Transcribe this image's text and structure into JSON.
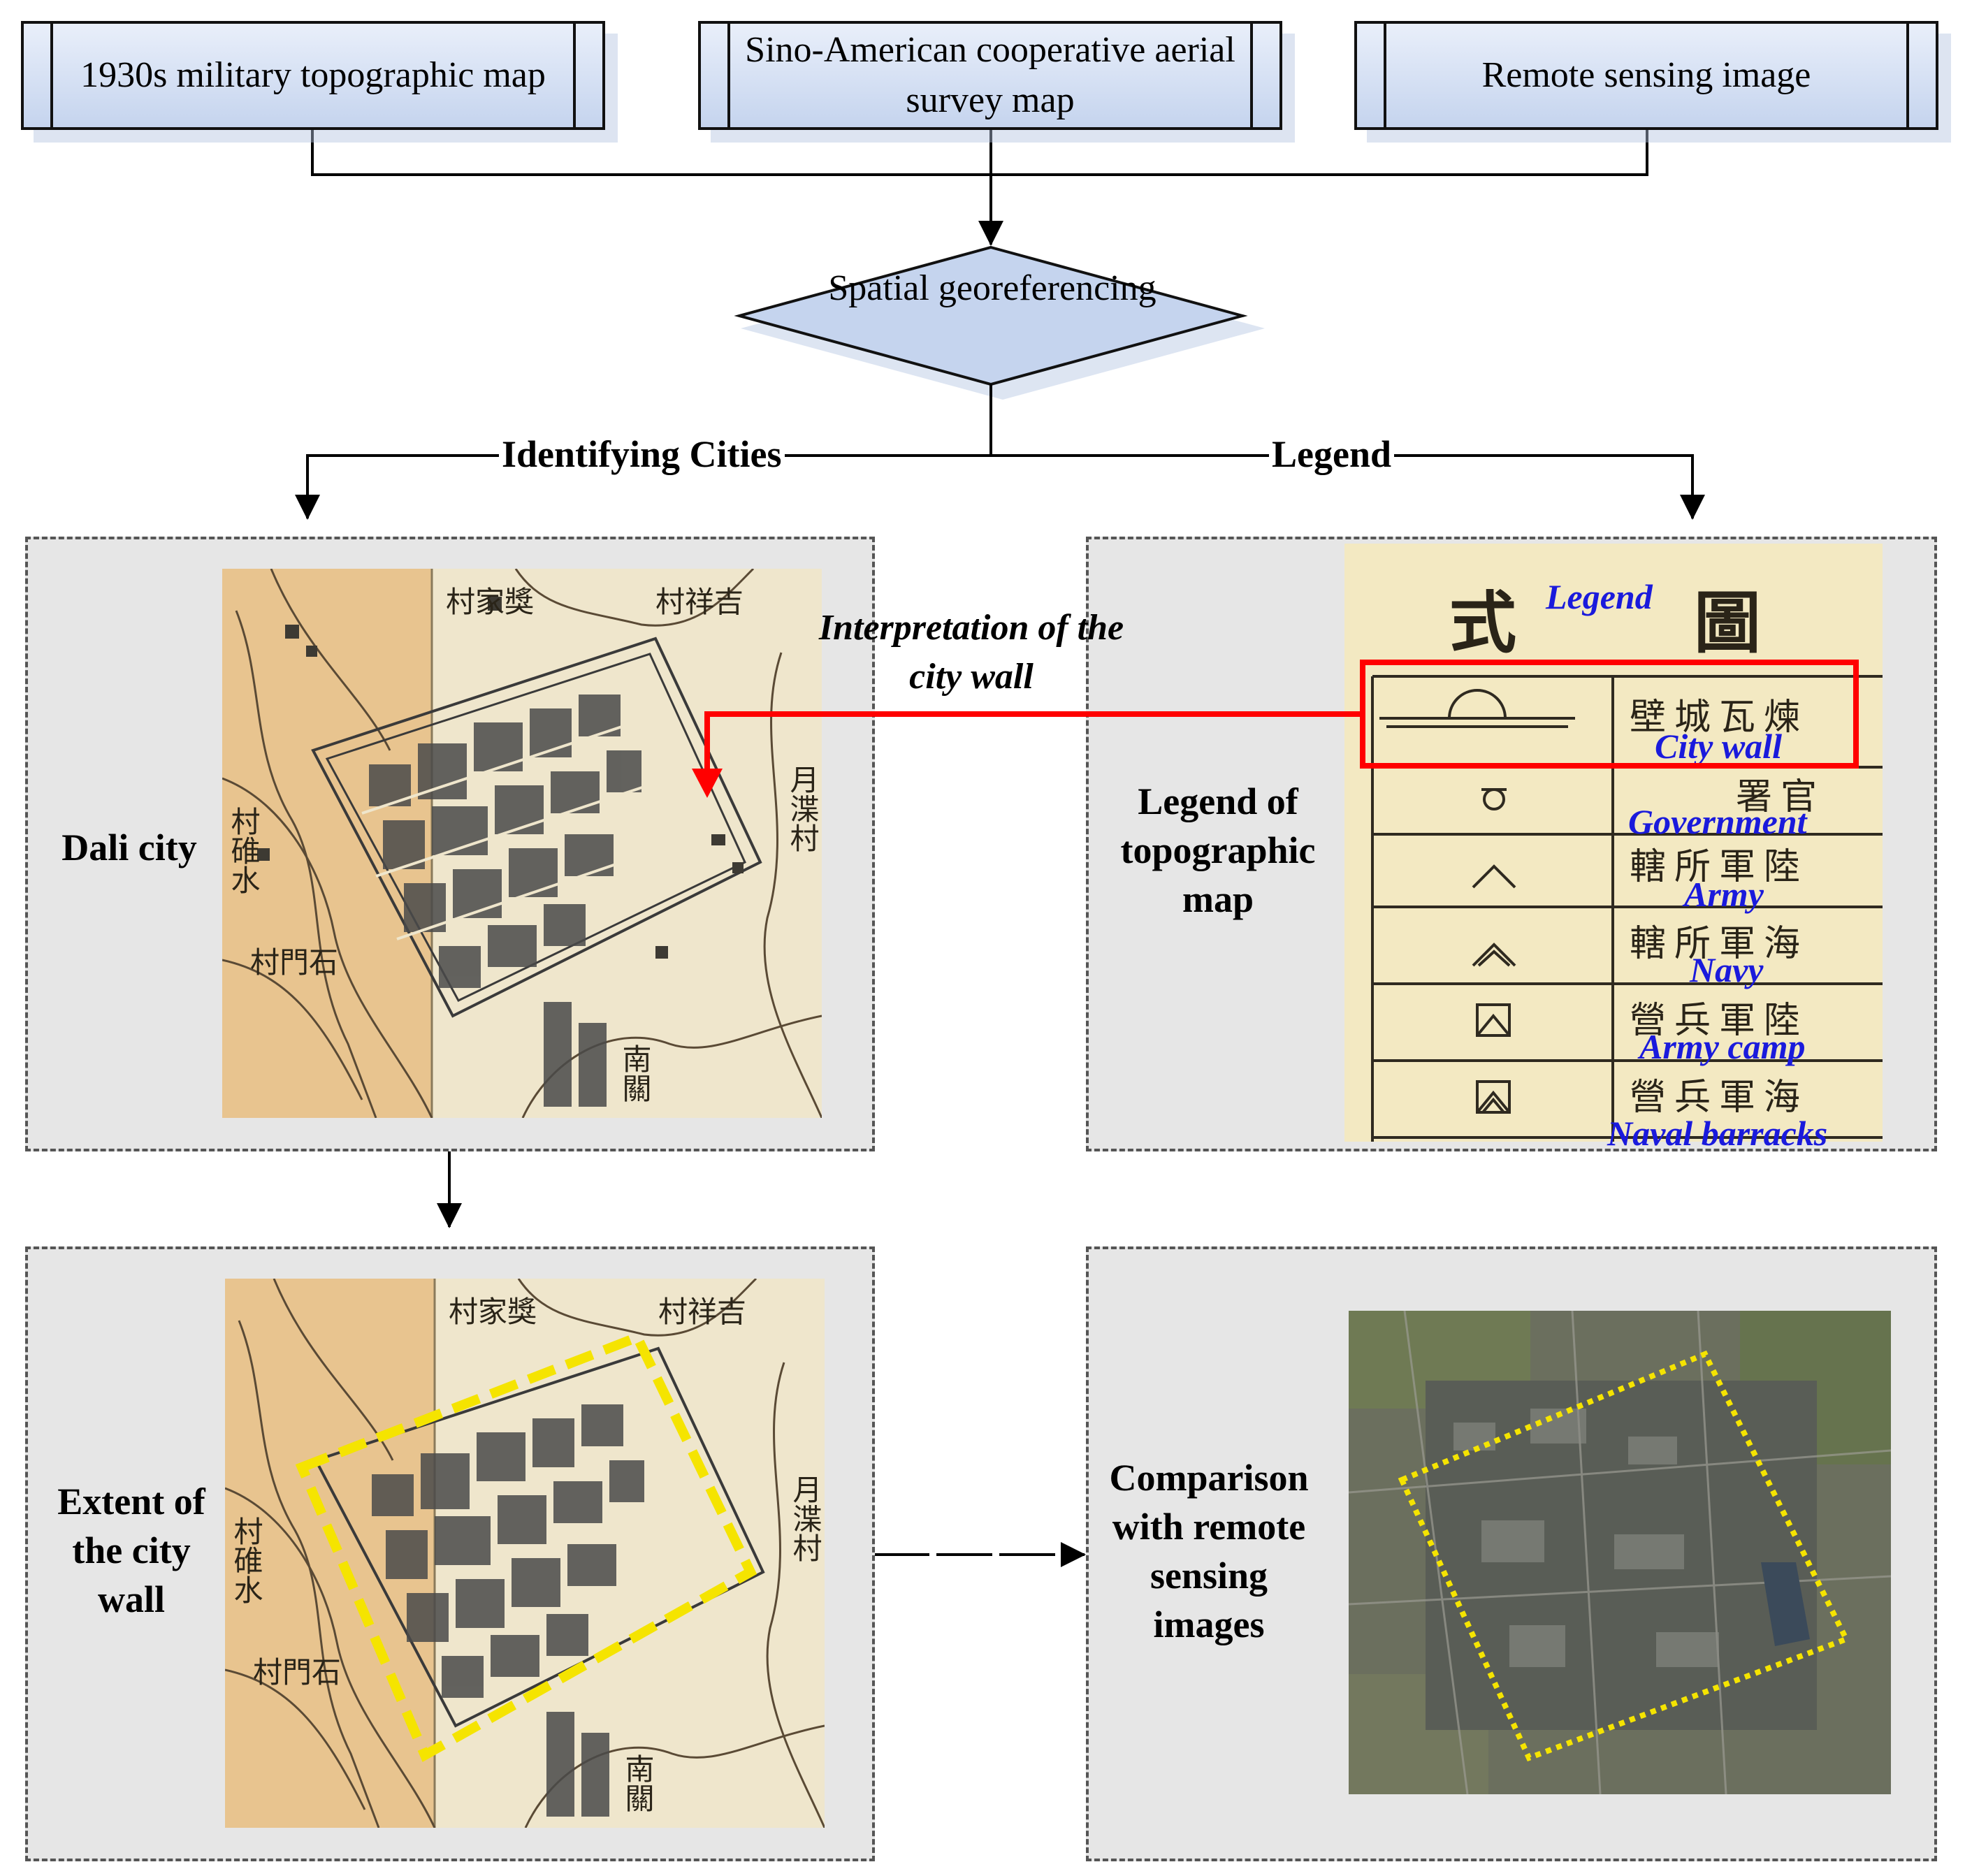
{
  "sources": [
    {
      "label": "1930s military topographic map"
    },
    {
      "label": "Sino-American cooperative aerial survey map"
    },
    {
      "label": "Remote sensing image"
    }
  ],
  "process": {
    "label": "Spatial georeferencing"
  },
  "branches": {
    "left": "Identifying Cities",
    "right": "Legend"
  },
  "panels": {
    "dali": {
      "label": "Dali city"
    },
    "legend": {
      "label": "Legend of topographic map"
    },
    "extent": {
      "label": "Extent of the city wall"
    },
    "comparison": {
      "label": "Comparison with remote sensing images"
    }
  },
  "interpretation": {
    "label": "Interpretation of the city wall"
  },
  "legend_image": {
    "title": "Legend",
    "entries": [
      "City wall",
      "Government",
      "Army",
      "Navy",
      "Army camp",
      "Naval barracks"
    ]
  },
  "colors": {
    "highlight": "#ff0000",
    "extent_outline": "#f5e400",
    "legend_text": "#1a1adc",
    "source_box_top": "#e9effa",
    "source_box_bottom": "#c5d4ee"
  }
}
